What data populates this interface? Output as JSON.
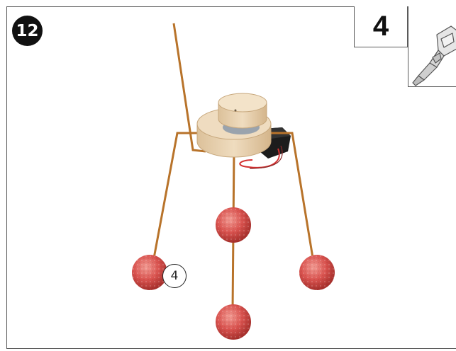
{
  "step": {
    "number": "12"
  },
  "quantity": {
    "value": "4"
  },
  "tool": {
    "icon": "glue-gun-icon"
  },
  "callout": {
    "value": "4"
  },
  "colors": {
    "wire": "#b8732a",
    "ball": "#d9534f",
    "wood": "#e8d2b0",
    "motor": "#1c1c1c",
    "cable_red": "#d32f2f"
  }
}
